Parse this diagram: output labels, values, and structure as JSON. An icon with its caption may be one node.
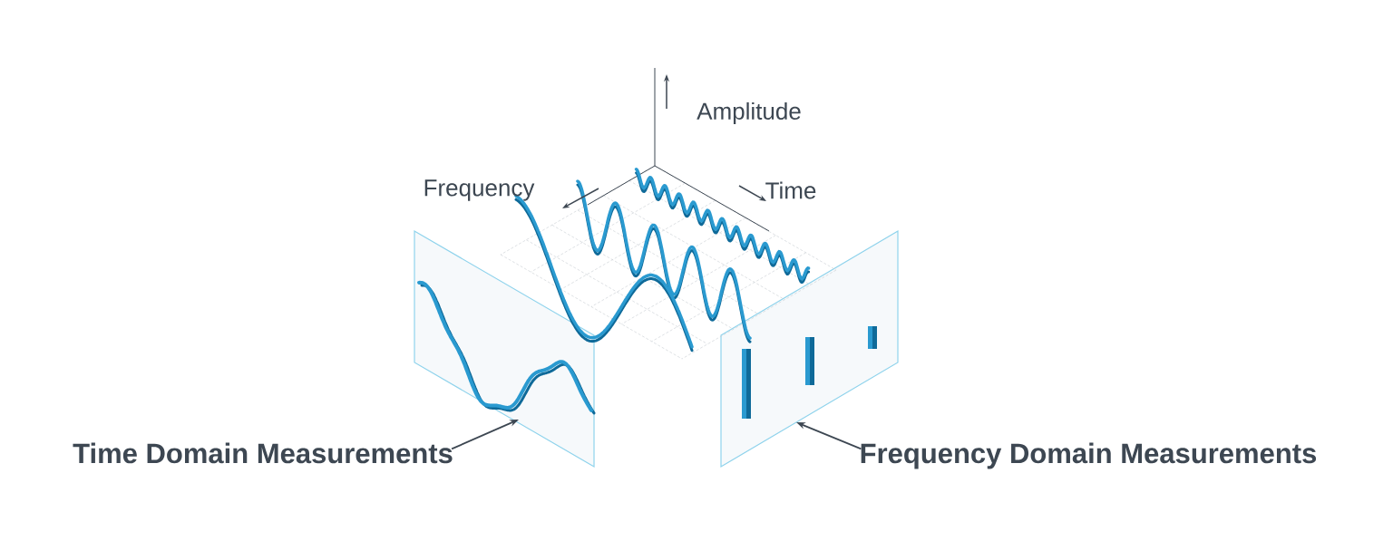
{
  "diagram": {
    "nodes": [
      {
        "text": [
          "Time Domain Measurements"
        ]
      },
      {
        "text": [],
        "shape": "box"
      },
      {
        "text": [
          "Frequency Domain Measurements"
        ]
      },
      {
        "text": [],
        "shape": "box"
      }
    ],
    "edges": [
      {
        "from": 0,
        "to": 1,
        "arrow": "to"
      },
      {
        "from": 2,
        "to": 3,
        "arrow": "to"
      }
    ],
    "labels": [
      "Amplitude",
      "Frequency",
      "Time"
    ]
  }
}
